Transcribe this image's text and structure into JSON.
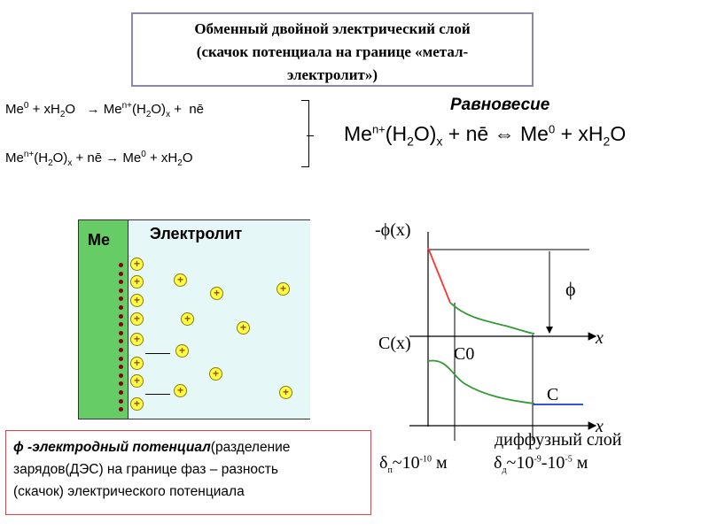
{
  "title": {
    "line1": "Обменный двойной электрический слой",
    "line2": "(скачок потенциала на границе «метал-",
    "line3": "электролит»)"
  },
  "reactions": {
    "r1": {
      "a": "Me",
      "a_sup": "0",
      "b": " + xH",
      "b_sub": "2",
      "c": "O   → Me",
      "c_sup": "n+",
      "d": "(H",
      "d_sub": "2",
      "e": "O)",
      "e_sub": "x",
      "f": " +  nē"
    },
    "r2": {
      "a": "Me",
      "a_sup": "n+",
      "b": "(H",
      "b_sub": "2",
      "c": "O)",
      "c_sub": "x",
      "d": " + nē → Me",
      "d_sup": "0",
      "e": " + xH",
      "e_sub": "2",
      "f": "O"
    }
  },
  "equilibrium": {
    "label": "Равновесие",
    "a": "Me",
    "a_sup": "n+",
    "b": "(H",
    "b_sub": "2",
    "c": "O)",
    "c_sub": "x",
    "d": " + nē ⇔ Me",
    "d_sup": "0",
    "e": " + xH",
    "e_sub": "2",
    "f": "O"
  },
  "diagram": {
    "metal_label": "Me",
    "electrolyte_label": "Электролит",
    "ion_symbol": "+",
    "colors": {
      "metal": "#66cc66",
      "electrolyte": "#e6f7f7",
      "ion": "#ffff44",
      "electron": "#880000"
    }
  },
  "graph": {
    "phi_axis_label": "-ϕ(x)",
    "c_axis_label": "C(x)",
    "x_label": "x",
    "phi_symbol": "ϕ",
    "c0_label": "C0",
    "c_label": "C",
    "dense_layer": {
      "a": "δ",
      "a_sub": "п",
      "b": "~10",
      "b_sup": "-10",
      "c": " м"
    },
    "diffuse_layer": {
      "title": "диффузный слой",
      "a": "δ",
      "a_sub": "д",
      "b": "~10",
      "b_sup": "-9",
      "c": "-10",
      "c_sup": "-5",
      "d": " м"
    },
    "colors": {
      "dense": "#ff3333",
      "diffuse": "#339933",
      "bulk": "#3355dd"
    }
  },
  "definition": {
    "term": "ϕ -электродный потенциал",
    "rest1": "(разделение",
    "line2": "зарядов(ДЭС) на границе фаз – разность",
    "line3": "(скачок) электрического потенциала"
  }
}
